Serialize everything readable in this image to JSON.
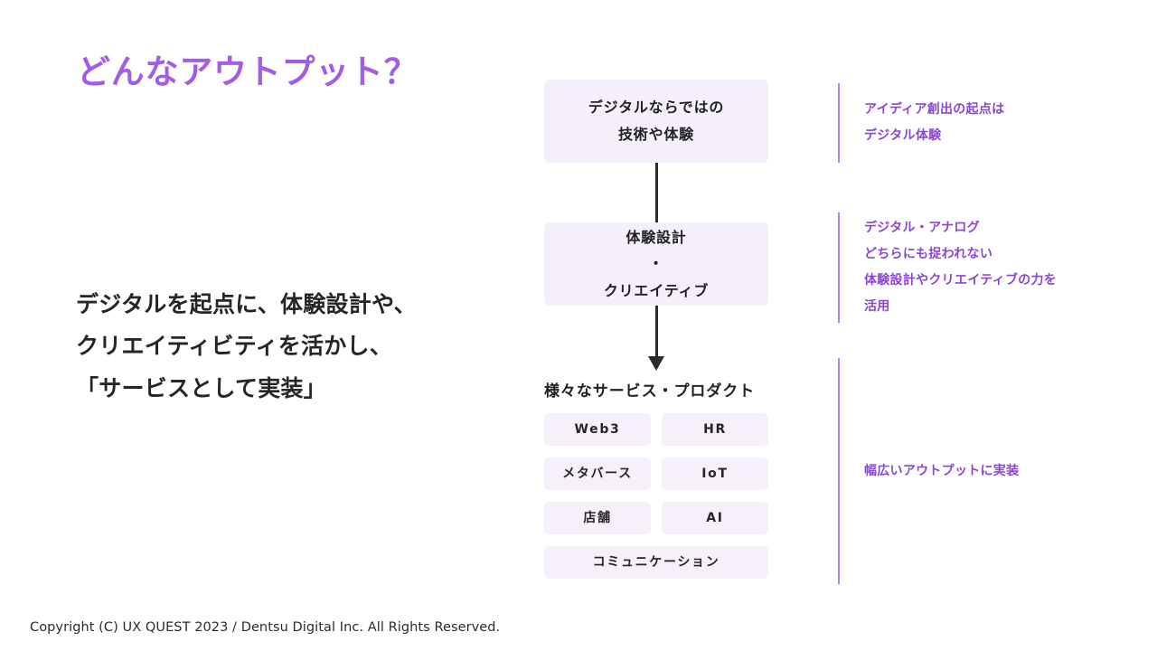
{
  "slide": {
    "title": "どんなアウトプット？",
    "title_color": "#a25ce8"
  },
  "lead": {
    "lines": [
      "デジタルを起点に、体験設計や、",
      "クリエイティビティを活かし、",
      "「サービスとして実装」"
    ]
  },
  "flow": {
    "box_tech": {
      "lines": [
        "デジタルならではの",
        "技術や体験"
      ]
    },
    "box_design": {
      "lines": [
        "体験設計",
        "・",
        "クリエイティブ"
      ]
    },
    "products_heading": "様々なサービス・プロダクト",
    "chips": [
      {
        "label": "Web3",
        "width": "half"
      },
      {
        "label": "HR",
        "width": "half"
      },
      {
        "label": "メタバース",
        "width": "half"
      },
      {
        "label": "IoT",
        "width": "half"
      },
      {
        "label": "店舗",
        "width": "half"
      },
      {
        "label": "AI",
        "width": "half"
      },
      {
        "label": "コミュニケーション",
        "width": "full"
      }
    ],
    "box_fill": "#f4effb",
    "chip_fill": "#f6f0fa",
    "connector_color": "#2b2b2b"
  },
  "annotations": [
    {
      "id": "idea-origin",
      "lines": [
        "アイディア創出の起点は",
        "デジタル体験"
      ]
    },
    {
      "id": "digital-analog",
      "lines": [
        "デジタル・アナログ",
        "どちらにも捉われない",
        "体験設計やクリエイティブの力を",
        "活用"
      ]
    },
    {
      "id": "broad-output",
      "lines": [
        "幅広いアウトプットに実装"
      ]
    }
  ],
  "annotation_color": "#8b46d6",
  "annotation_rule_color": "#b77ee8",
  "footer": {
    "copyright": "Copyright (C) UX QUEST 2023 / Dentsu Digital Inc. All Rights Reserved."
  }
}
